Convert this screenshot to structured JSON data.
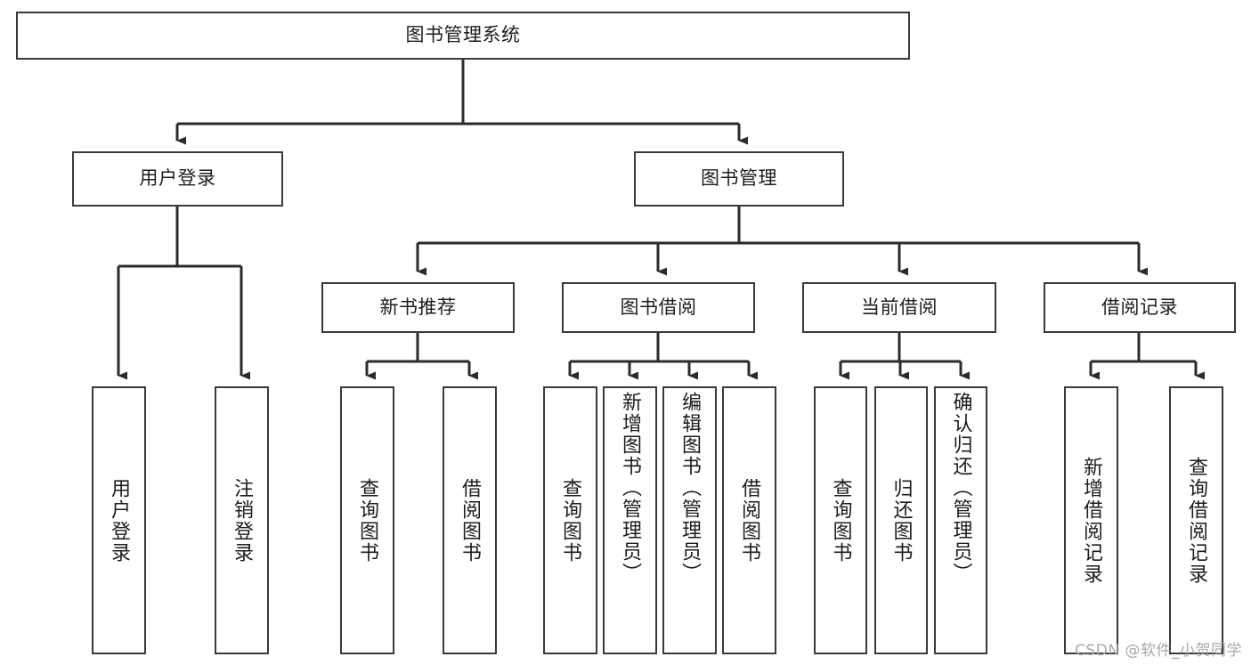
{
  "diagram": {
    "type": "tree-hierarchy-flowchart",
    "title": "图书管理系统",
    "orientation": "top-down",
    "box_fill": "#ffffff",
    "box_stroke": "#3a3a3a",
    "edge_color": "#2b2b2b",
    "background": "#ffffff",
    "watermark": "CSDN @软件_小贺同学"
  },
  "nodes": {
    "root": {
      "label": "图书管理系统"
    },
    "level2": [
      {
        "id": "user-login",
        "label": "用户登录"
      },
      {
        "id": "book-manage",
        "label": "图书管理"
      }
    ],
    "level3": [
      {
        "id": "new-book-recommend",
        "label": "新书推荐"
      },
      {
        "id": "book-borrow",
        "label": "图书借阅"
      },
      {
        "id": "current-borrow",
        "label": "当前借阅"
      },
      {
        "id": "borrow-record",
        "label": "借阅记录"
      }
    ],
    "leaves": {
      "user-login": [
        {
          "id": "leaf-user-login",
          "label": "用户登录"
        },
        {
          "id": "leaf-logout-login",
          "label": "注销登录"
        }
      ],
      "new-book-recommend": [
        {
          "id": "leaf-query-book-1",
          "label": "查询图书"
        },
        {
          "id": "leaf-borrow-book-1",
          "label": "借阅图书"
        }
      ],
      "book-borrow": [
        {
          "id": "leaf-query-book-2",
          "label": "查询图书"
        },
        {
          "id": "leaf-add-book",
          "label": "新增图书（管理员）"
        },
        {
          "id": "leaf-edit-book",
          "label": "编辑图书（管理员）"
        },
        {
          "id": "leaf-borrow-book-2",
          "label": "借阅图书"
        }
      ],
      "current-borrow": [
        {
          "id": "leaf-query-book-3",
          "label": "查询图书"
        },
        {
          "id": "leaf-return-book",
          "label": "归还图书"
        },
        {
          "id": "leaf-confirm-return",
          "label": "确认归还（管理员）"
        }
      ],
      "borrow-record": [
        {
          "id": "leaf-add-record",
          "label": "新增借阅记录"
        },
        {
          "id": "leaf-query-record",
          "label": "查询借阅记录"
        }
      ]
    }
  }
}
